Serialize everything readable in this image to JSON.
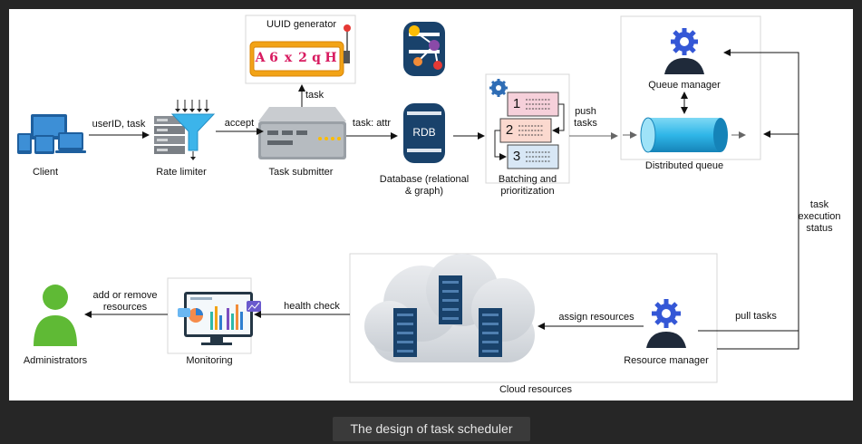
{
  "caption": "The design of task scheduler",
  "nodes": {
    "client": "Client",
    "rate_limiter": "Rate limiter",
    "task_submitter": "Task submitter",
    "uuid_generator": "UUID generator",
    "uuid_chars": [
      "A",
      "6",
      "x",
      "2",
      "q",
      "H"
    ],
    "database": "Database (relational & graph)",
    "rdb": "RDB",
    "batching": "Batching and prioritization",
    "batch_numbers": [
      "1",
      "2",
      "3"
    ],
    "queue_manager": "Queue manager",
    "distributed_queue": "Distributed queue",
    "administrators": "Administrators",
    "monitoring": "Monitoring",
    "cloud_resources": "Cloud resources",
    "resource_manager": "Resource manager"
  },
  "edges": {
    "client_to_rate_limiter": "userID, task",
    "rate_limiter_to_submitter": "accept",
    "submitter_to_uuid": "task",
    "submitter_to_database": "task: attr",
    "batching_to_queue": "push tasks",
    "queue_status": "task execution status",
    "queue_to_resource_manager": "pull tasks",
    "resource_manager_to_cloud": "assign resources",
    "cloud_to_monitoring": "health check",
    "monitoring_to_admins": "add or remove resources"
  }
}
